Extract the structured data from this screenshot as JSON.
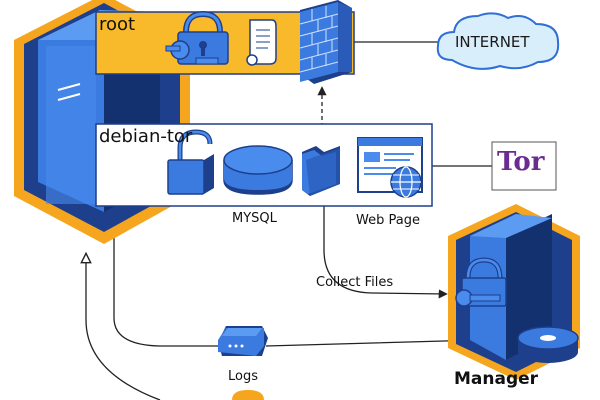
{
  "boxes": {
    "root": "root",
    "debian_tor": "debian-tor"
  },
  "labels": {
    "internet": "INTERNET",
    "tor": "Tor",
    "mysql": "MYSQL",
    "web_page": "Web Page",
    "collect_files": "Collect Files",
    "logs": "Logs",
    "manager": "Manager"
  },
  "colors": {
    "orange": "#F5A61E",
    "server_blue": "#2F6FD6",
    "dark_navy": "#1D3F8C",
    "cloud_fill": "#D9EEFB",
    "root_fill": "#F8B92A",
    "tor_purple": "#6A2C91"
  },
  "icons": [
    "server-icon",
    "lock-key-icon",
    "scroll-icon",
    "firewall-icon",
    "cloud-icon",
    "tor-logo-icon",
    "open-lock-icon",
    "database-icon",
    "folder-icon",
    "web-page-icon",
    "globe-icon",
    "switch-icon",
    "manager-server-icon",
    "disk-icon"
  ]
}
